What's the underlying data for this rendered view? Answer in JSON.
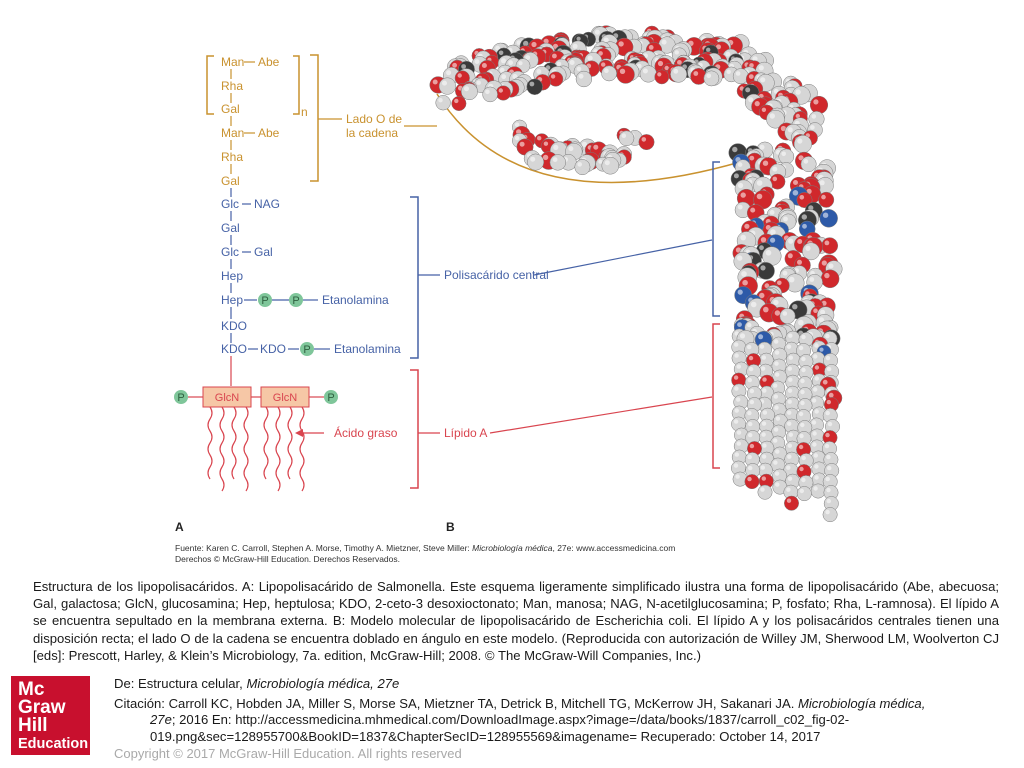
{
  "diagram": {
    "panel_a": {
      "label": "A",
      "oside_top": [
        {
          "left": "Man",
          "right": "Abe"
        },
        {
          "left": "Rha",
          "right": ""
        },
        {
          "left": "Gal",
          "right": ""
        }
      ],
      "repeat_label": "n",
      "oside_bottom": [
        {
          "left": "Man",
          "right": "Abe"
        },
        {
          "left": "Rha",
          "right": ""
        },
        {
          "left": "Gal",
          "right": ""
        }
      ],
      "core": [
        {
          "left": "Glc",
          "right": "NAG"
        },
        {
          "left": "Gal",
          "right": ""
        },
        {
          "left": "Glc",
          "right": "Gal"
        },
        {
          "left": "Hep",
          "right": ""
        },
        {
          "left": "Hep",
          "right": ""
        },
        {
          "left": "KDO",
          "right": ""
        },
        {
          "left": "KDO",
          "right": ""
        }
      ],
      "hep_chain": {
        "p1": "P",
        "p2": "P",
        "end": "Etanolamina"
      },
      "kdo_chain": {
        "mid": "KDO",
        "p": "P",
        "end": "Etanolamina"
      },
      "lipid_a": {
        "p_left": "P",
        "glcn1": "GlcN",
        "glcn2": "GlcN",
        "p_right": "P",
        "fatty_acid": "Ácido graso"
      },
      "brackets": {
        "oside": "Lado O de",
        "oside2": "la cadena",
        "core": "Polisacárido central",
        "lipid": "Lípido A"
      }
    },
    "panel_b": {
      "label": "B"
    },
    "source_line": "Fuente: Karen C. Carroll, Stephen A. Morse, Timothy A. Mietzner, Steve Miller: ",
    "source_title": "Microbiología médica",
    "source_rest": ", 27e: www.accessmedicina.com",
    "copyright_line": "Derechos © McGraw-Hill Education. Derechos Reservados.",
    "colors": {
      "oside": "#c9922f",
      "core": "#4662a6",
      "lipid": "#d9454f",
      "phosphate": "#7fc69a",
      "glcn_box": "#f6c7a6"
    }
  },
  "caption": "Estructura de los lipopolisacáridos. A: Lipopolisacárido de Salmonella. Este esquema ligeramente simplificado ilustra una forma de lipopolisacárido (Abe, abecuosa; Gal, galactosa; GlcN, glucosamina; Hep, heptulosa; KDO, 2-ceto-3 desoxioctonato; Man, manosa; NAG, N-acetilglucosamina; P, fosfato; Rha, L-ramnosa). El lípido A se encuentra sepultado en la membrana externa. B: Modelo molecular de lipopolisacárido de Escherichia coli. El lípido A y los polisacáridos centrales tienen una disposición recta; el lado O de la cadena se encuentra doblado en ángulo en este modelo. (Reproducida con autorización de Willey JM, Sherwood LM, Woolverton CJ [eds]: Prescott, Harley, & Klein’s Microbiology, 7a. edition, McGraw-Hill; 2008. © The McGraw-Will Companies, Inc.)",
  "source": {
    "from_label": "De: Estructura celular, ",
    "from_title": "Microbiología médica, 27e",
    "citation_a": "Citación: Carroll KC, Hobden JA, Miller S, Morse SA, Mietzner TA, Detrick B, Mitchell TG, McKerrow JH, Sakanari JA. ",
    "citation_title_a": "Microbiología médica,",
    "citation_title_b": "27e",
    "citation_b": "; 2016 En: http://accessmedicina.mhmedical.com/DownloadImage.aspx?image=/data/books/1837/carroll_c02_fig-02-",
    "citation_c": "019.png&sec=128955700&BookID=1837&ChapterSecID=128955569&imagename= Recuperado: October 14, 2017"
  },
  "copyright": "Copyright © 2017 McGraw-Hill Education. All rights reserved",
  "logo": {
    "line1": "Mc",
    "line2": "Graw",
    "line3": "Hill",
    "line4": "Education"
  }
}
